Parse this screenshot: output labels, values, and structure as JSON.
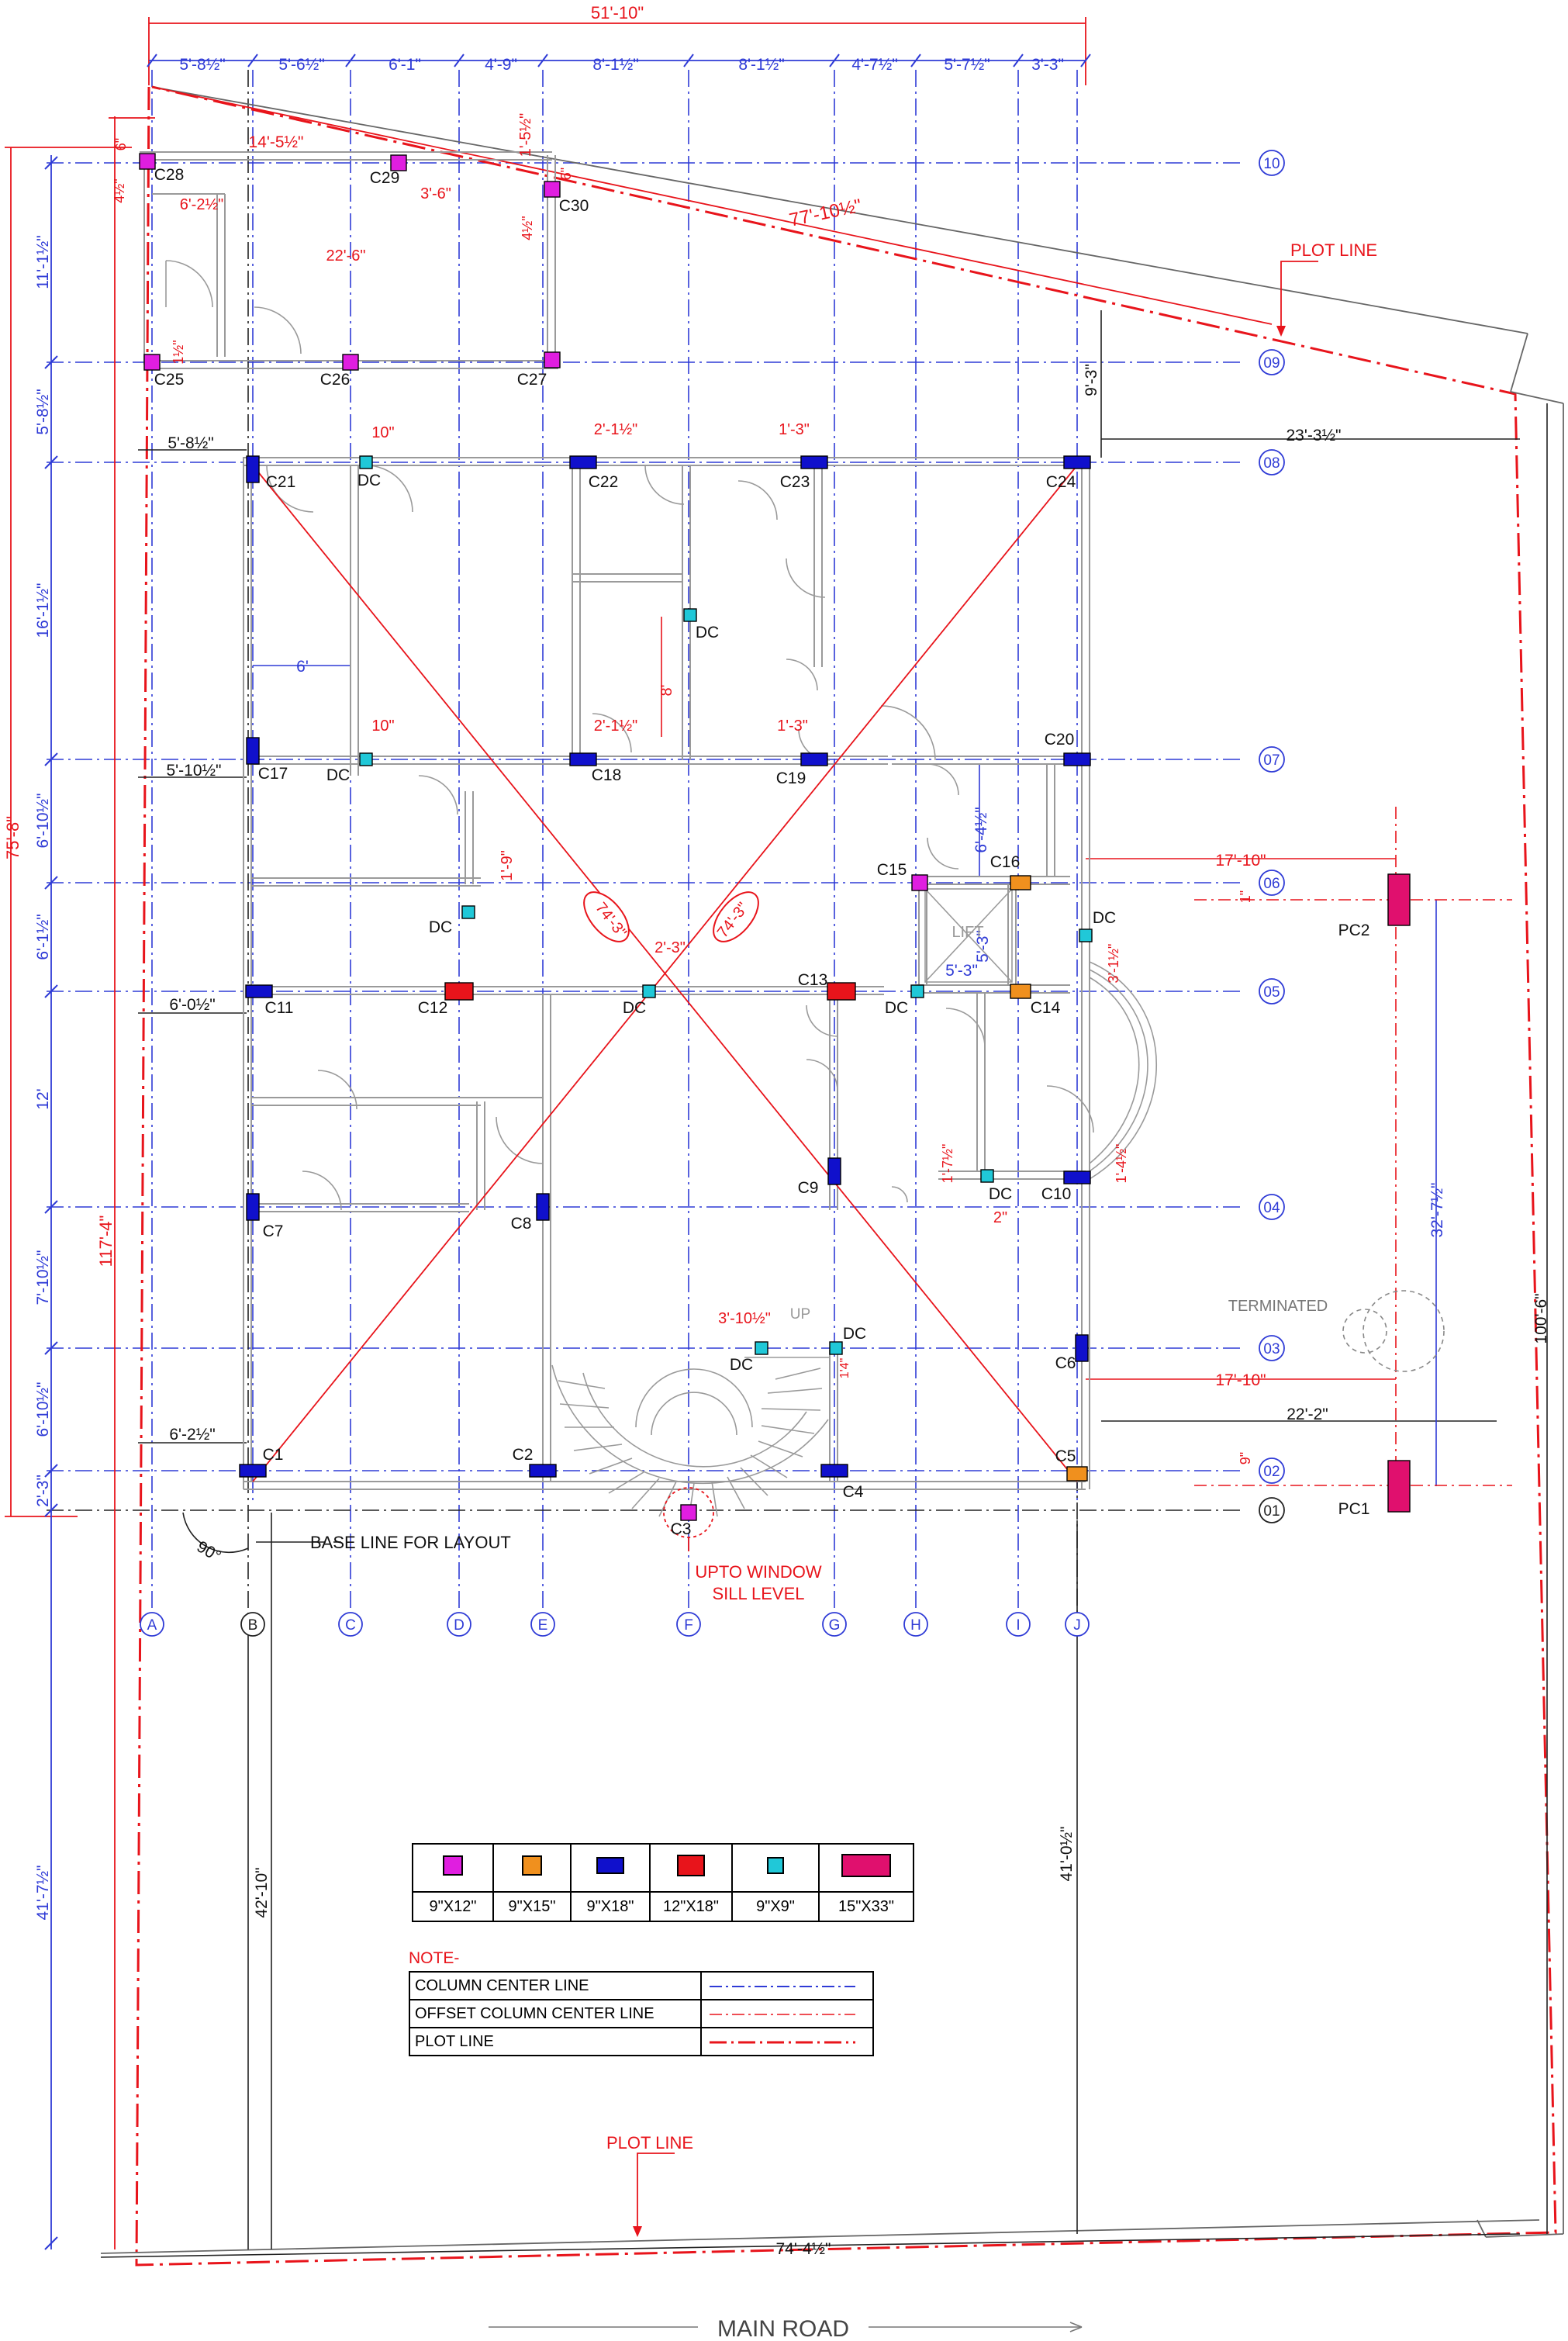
{
  "colors": {
    "blue_grid": "#2f3bd6",
    "red": "#e8141b",
    "wall": "#9a9a9a",
    "magenta": "#e01ee0",
    "orange": "#f0901e",
    "navy": "#1010cc",
    "cyan": "#20c8d8",
    "crimson": "#e0106e",
    "text": "#111111"
  },
  "top_dims": {
    "overall": "51'-10\"",
    "segments": [
      "5'-8½\"",
      "5'-6½\"",
      "6'-1\"",
      "4'-9\"",
      "8'-1½\"",
      "8'-1½\"",
      "4'-7½\"",
      "5'-7½\"",
      "3'-3\""
    ]
  },
  "left_dims": {
    "segments": [
      "11'-1½\"",
      "5'-8½\"",
      "16'-1½\"",
      "6'-10½\"",
      "6'-1½\"",
      "12'",
      "7'-10½\"",
      "6'-10½\"",
      "2'-3\""
    ],
    "total_inner": "75'-8\"",
    "total_outer": "117'-4\"",
    "bottom": "41'-7½\""
  },
  "grid": {
    "columns": [
      "A",
      "B",
      "C",
      "D",
      "E",
      "F",
      "G",
      "H",
      "I",
      "J"
    ],
    "rows": [
      "10",
      "09",
      "08",
      "07",
      "06",
      "05",
      "04",
      "03",
      "02",
      "01"
    ]
  },
  "columns": [
    {
      "id": "C1",
      "size": "9x18"
    },
    {
      "id": "C2",
      "size": "9x18"
    },
    {
      "id": "C3",
      "size": "9x12"
    },
    {
      "id": "C4",
      "size": "9x18"
    },
    {
      "id": "C5",
      "size": "9x15"
    },
    {
      "id": "C6",
      "size": "9x18"
    },
    {
      "id": "C7",
      "size": "9x18"
    },
    {
      "id": "C8",
      "size": "9x18"
    },
    {
      "id": "C9",
      "size": "9x18"
    },
    {
      "id": "C10",
      "size": "9x18"
    },
    {
      "id": "C11",
      "size": "9x18"
    },
    {
      "id": "C12",
      "size": "12x18"
    },
    {
      "id": "C13",
      "size": "12x18"
    },
    {
      "id": "C14",
      "size": "9x15"
    },
    {
      "id": "C15",
      "size": "9x12"
    },
    {
      "id": "C16",
      "size": "9x15"
    },
    {
      "id": "C17",
      "size": "9x18"
    },
    {
      "id": "C18",
      "size": "9x18"
    },
    {
      "id": "C19",
      "size": "9x18"
    },
    {
      "id": "C20",
      "size": "9x18"
    },
    {
      "id": "C21",
      "size": "9x18"
    },
    {
      "id": "C22",
      "size": "9x18"
    },
    {
      "id": "C23",
      "size": "9x18"
    },
    {
      "id": "C24",
      "size": "9x18"
    },
    {
      "id": "C25",
      "size": "9x12"
    },
    {
      "id": "C26",
      "size": "9x12"
    },
    {
      "id": "C27",
      "size": "9x12"
    },
    {
      "id": "C28",
      "size": "9x12"
    },
    {
      "id": "C29",
      "size": "9x12"
    },
    {
      "id": "C30",
      "size": "9x12"
    },
    {
      "id": "PC1",
      "size": "15x33"
    },
    {
      "id": "PC2",
      "size": "15x33"
    }
  ],
  "dc_label": "DC",
  "annotations": {
    "plot_line_top": "PLOT LINE",
    "plot_line_bottom": "PLOT LINE",
    "base_line": "BASE LINE FOR LAYOUT",
    "angle": "90°",
    "upto_window_1": "UPTO WINDOW",
    "upto_window_2": "SILL LEVEL",
    "terminated": "TERMINATED",
    "lift": "LIFT",
    "up": "UP",
    "main_road": "MAIN  ROAD",
    "diag_1": "74'-3\"",
    "diag_2": "74'-3\""
  },
  "red_dims": {
    "top_slope": "77'-10½\"",
    "d_14_5": "14'-5½\"",
    "d_6_2": "6'-2½\"",
    "d_22_6": "22'-6\"",
    "d_3_6": "3'-6\"",
    "d_1_5": "1'-5½\"",
    "d_6a": "6\"",
    "d_6b": "6\"",
    "d_4_5a": "4½\"",
    "d_4_5b": "4½\"",
    "d_1_5b": "1½\"",
    "d_10a": "10\"",
    "d_10b": "10\"",
    "d_2_1a": "2'-1½\"",
    "d_2_1b": "2'-1½\"",
    "d_1_3a": "1'-3\"",
    "d_1_3b": "1'-3\"",
    "d_8": "8'",
    "d_1_9": "1'-9\"",
    "d_2_3": "2'-3\"",
    "d_17_10a": "17'-10\"",
    "d_17_10b": "17'-10\"",
    "d_3_1": "3'-1½\"",
    "d_1_7": "1'-7½\"",
    "d_1_4": "1'-4½\"",
    "d_2": "2\"",
    "d_3_10": "3'-10½\"",
    "d_1_4b": "1'4\"",
    "d_9": "9\"",
    "d_1": "1\""
  },
  "black_dims": {
    "d_5_8": "5'-8½\"",
    "d_5_10": "5'-10½\"",
    "d_6_0": "6'-0½\"",
    "d_6_2": "6'-2½\"",
    "d_23_3": "23'-3½\"",
    "d_22_2": "22'-2\"",
    "d_42_10": "42'-10\"",
    "d_41_0": "41'-0½\"",
    "d_74_4": "74'-4½\"",
    "d_100_6": "100'-6\"",
    "d_9_3": "9'-3\""
  },
  "blue_dims": {
    "d_6": "6'",
    "d_5_3a": "5'-3\"",
    "d_5_3b": "5'-3\"",
    "d_6_4": "6'-4½\"",
    "d_32_7": "32'-7½\""
  },
  "legend": {
    "items": [
      {
        "label": "9\"X12\"",
        "color": "#e01ee0"
      },
      {
        "label": "9\"X15\"",
        "color": "#f0901e"
      },
      {
        "label": "9\"X18\"",
        "color": "#1010cc"
      },
      {
        "label": "12\"X18\"",
        "color": "#e8141b"
      },
      {
        "label": "9\"X9\"",
        "color": "#20c8d8"
      },
      {
        "label": "15\"X33\"",
        "color": "#e0106e"
      }
    ]
  },
  "note": {
    "title": "NOTE-",
    "rows": [
      {
        "label": "COLUMN CENTER LINE"
      },
      {
        "label": "OFFSET COLUMN CENTER LINE"
      },
      {
        "label": "PLOT LINE"
      }
    ]
  }
}
